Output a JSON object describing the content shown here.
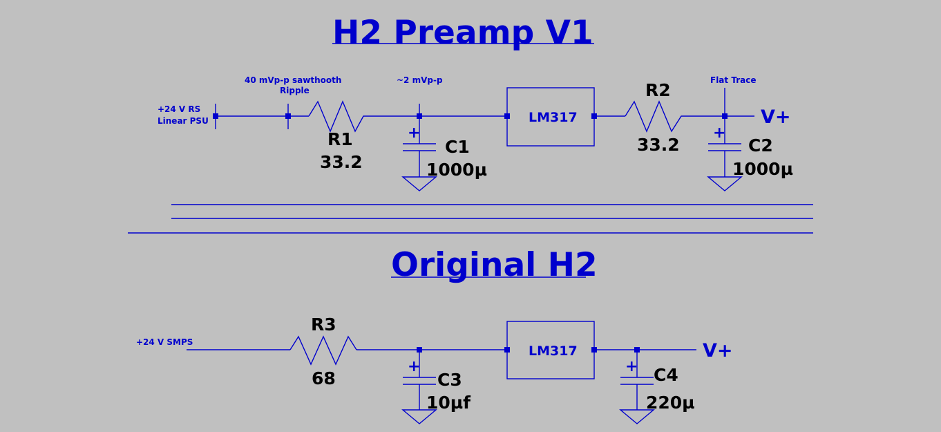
{
  "top": {
    "title": "H2 Preamp V1",
    "source_label_line1": "+24 V RS",
    "source_label_line2": "Linear  PSU",
    "ripple_label_line1": "40 mVp-p sawthooth",
    "ripple_label_line2": "Ripple",
    "after_r1_label": "~2 mVp-p",
    "output_trace_label": "Flat Trace",
    "r1": {
      "name": "R1",
      "value": "33.2"
    },
    "c1": {
      "name": "C1",
      "value": "1000µ"
    },
    "regulator": "LM317",
    "r2": {
      "name": "R2",
      "value": "33.2"
    },
    "c2": {
      "name": "C2",
      "value": "1000µ"
    },
    "output": "V+"
  },
  "bottom": {
    "title": "Original H2",
    "source_label": "+24 V SMPS",
    "r3": {
      "name": "R3",
      "value": "68"
    },
    "c3": {
      "name": "C3",
      "value": "10µf"
    },
    "regulator": "LM317",
    "c4": {
      "name": "C4",
      "value": "220µ"
    },
    "output": "V+"
  },
  "cap_polarity": "+",
  "colors": {
    "background": "#c0c0c0",
    "wire": "#0000cd",
    "value_text": "#000000"
  }
}
